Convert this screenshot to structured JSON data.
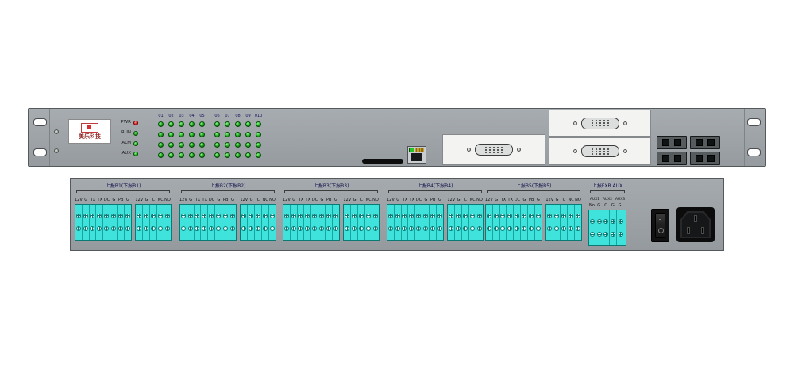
{
  "front": {
    "brand": {
      "name": "美乐科技"
    },
    "status_leds": [
      {
        "label": "PWR",
        "color": "red"
      },
      {
        "label": "RUN",
        "color": "green"
      },
      {
        "label": "ALM",
        "color": "green"
      },
      {
        "label": "AUX",
        "color": "green"
      }
    ],
    "matrix": {
      "col_headers": [
        "01",
        "02",
        "03",
        "04",
        "05",
        "06",
        "07",
        "08",
        "09",
        "010"
      ],
      "rows": 4,
      "cols": 10
    },
    "fiber_ports": 4
  },
  "rear": {
    "groups": [
      {
        "title": "上报B1(下报B1)",
        "io_labels": [
          "12V",
          "G",
          "TX",
          "TX",
          "DC",
          "G",
          "PB",
          "G"
        ],
        "relay_labels": [
          "12V",
          "G",
          "C",
          "NC",
          "NO"
        ]
      },
      {
        "title": "上报B2(下报B2)",
        "io_labels": [
          "12V",
          "G",
          "TX",
          "TX",
          "DC",
          "G",
          "PB",
          "G"
        ],
        "relay_labels": [
          "12V",
          "G",
          "C",
          "NC",
          "NO"
        ]
      },
      {
        "title": "上报B3(下报B3)",
        "io_labels": [
          "12V",
          "G",
          "TX",
          "TX",
          "DC",
          "G",
          "PB",
          "G"
        ],
        "relay_labels": [
          "12V",
          "G",
          "C",
          "NC",
          "NO"
        ]
      },
      {
        "title": "上报B4(下报B4)",
        "io_labels": [
          "12V",
          "G",
          "TX",
          "TX",
          "DC",
          "G",
          "PB",
          "G"
        ],
        "relay_labels": [
          "12V",
          "G",
          "C",
          "NC",
          "NO"
        ]
      },
      {
        "title": "上报B5(下报B5)",
        "io_labels": [
          "12V",
          "G",
          "TX",
          "TX",
          "DC",
          "G",
          "PB",
          "G"
        ],
        "relay_labels": [
          "12V",
          "G",
          "C",
          "NC",
          "NO"
        ]
      }
    ],
    "aux": {
      "title": "上报FXB AUX",
      "channel_labels": [
        "AUX1",
        "AUX2",
        "AUX3"
      ],
      "terminal_labels": [
        "No",
        "G",
        "C",
        "G",
        "G"
      ]
    }
  },
  "colors": {
    "panel": "#9aa0a4",
    "terminal_block": "#3fe3dc",
    "led_green": "#1da21d",
    "led_red": "#e01414"
  }
}
